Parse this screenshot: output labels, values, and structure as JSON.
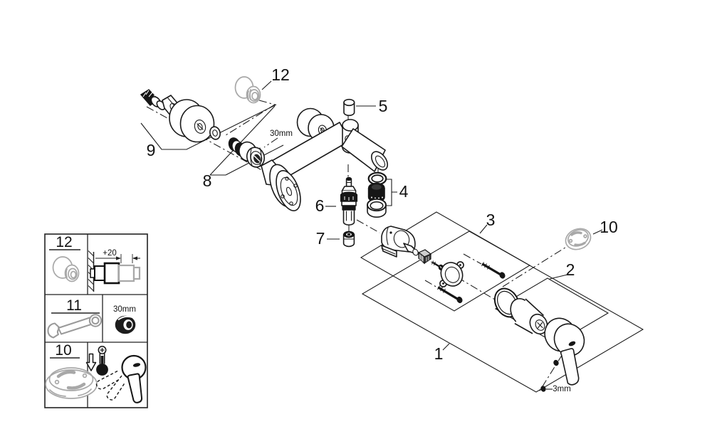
{
  "callouts": {
    "part1": "1",
    "part2": "2",
    "part3": "3",
    "part4": "4",
    "part5": "5",
    "part6": "6",
    "part7": "7",
    "part8": "8",
    "part9": "9",
    "part10": "10",
    "part12": "12"
  },
  "annotations": {
    "union_nut_size": "30mm",
    "handle_screw_size": "3mm"
  },
  "legend": {
    "row12": {
      "number": "12",
      "dimension": "+20"
    },
    "row11": {
      "number": "11",
      "tool_size": "30mm"
    },
    "row10": {
      "number": "10"
    }
  },
  "parts": [
    {
      "number": "1",
      "name": "lever-handle"
    },
    {
      "number": "2",
      "name": "sleeve-with-o-ring"
    },
    {
      "number": "3",
      "name": "cartridge-housing-with-flange-and-screws"
    },
    {
      "number": "4",
      "name": "spout-aerator-ring-set"
    },
    {
      "number": "5",
      "name": "top-port-plug"
    },
    {
      "number": "6",
      "name": "cartridge"
    },
    {
      "number": "7",
      "name": "check-valve-insert"
    },
    {
      "number": "8",
      "name": "union-nut-with-olive"
    },
    {
      "number": "9",
      "name": "s-union-with-rosette-and-washer"
    },
    {
      "number": "10",
      "name": "escutcheon"
    },
    {
      "number": "11",
      "name": "open-end-wrench"
    },
    {
      "number": "12",
      "name": "extension-adapter"
    }
  ],
  "colors": {
    "line": "#1a1a1a",
    "grey_part": "#a8a8a8",
    "paper": "#ffffff"
  }
}
